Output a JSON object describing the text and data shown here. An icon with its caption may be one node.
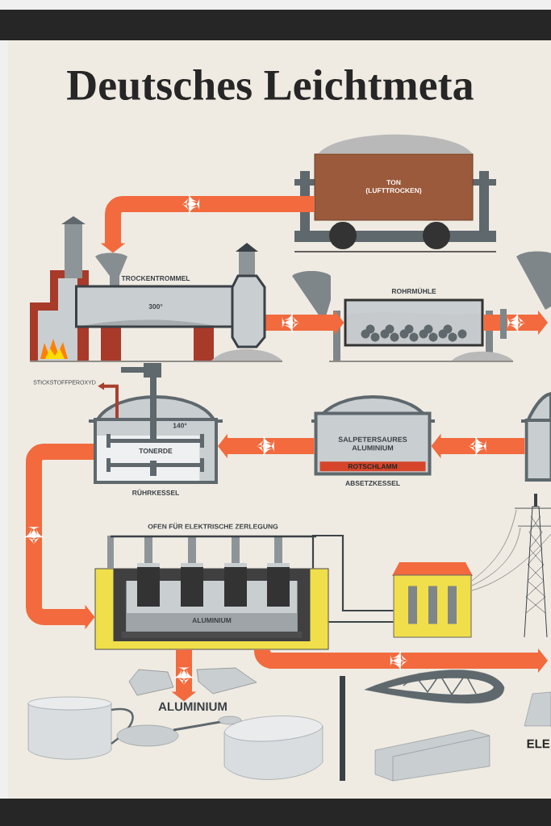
{
  "diagram": {
    "title": "Deutsches Leichtmeta",
    "nodes": [
      {
        "text": [
          "TON (LUFTTROCKEN)"
        ]
      },
      {
        "text": [
          "TROCKENTROMMEL",
          "300°"
        ]
      },
      {
        "text": [
          "ROHRMÜHLE"
        ]
      },
      {
        "text": [],
        "shape": "box"
      },
      {
        "text": [
          "SALPETERSAURES ALUMINIUM",
          "ROTSCHLAMM",
          "ABSETZKESSEL"
        ]
      },
      {
        "text": [
          "140°",
          "TONERDE",
          "RÜHRKESSEL"
        ]
      },
      {
        "text": [
          "ALUMINIUM"
        ]
      },
      {
        "text": [],
        "shape": "box"
      },
      {
        "text": [
          "ALUMINIUM"
        ]
      },
      {
        "text": [
          "STICKSTOFFPEROXYD"
        ]
      }
    ],
    "edges": [
      {
        "from": 0,
        "to": 1,
        "arrow": "to"
      },
      {
        "from": 1,
        "to": 2,
        "arrow": "to"
      },
      {
        "from": 2,
        "to": null,
        "arrow": "to"
      },
      {
        "from": 3,
        "to": 4,
        "arrow": "to"
      },
      {
        "from": 4,
        "to": 5,
        "arrow": "to"
      },
      {
        "from": 5,
        "to": 6,
        "arrow": "to"
      },
      {
        "from": 6,
        "to": 8,
        "arrow": "to"
      },
      {
        "from": 7,
        "to": 6,
        "arrow": "none",
        "color": "#3c4449"
      },
      {
        "from": 7,
        "to": 6,
        "arrow": "none",
        "color": "#3c4449"
      },
      {
        "from": 6,
        "to": null,
        "arrow": "to"
      },
      {
        "from": 5,
        "to": 9,
        "arrow": "to",
        "color": "#a8402e"
      }
    ],
    "labels": [
      "OFEN FÜR ELEKTRISCHE ZERLEGUNG",
      "ELE"
    ]
  }
}
